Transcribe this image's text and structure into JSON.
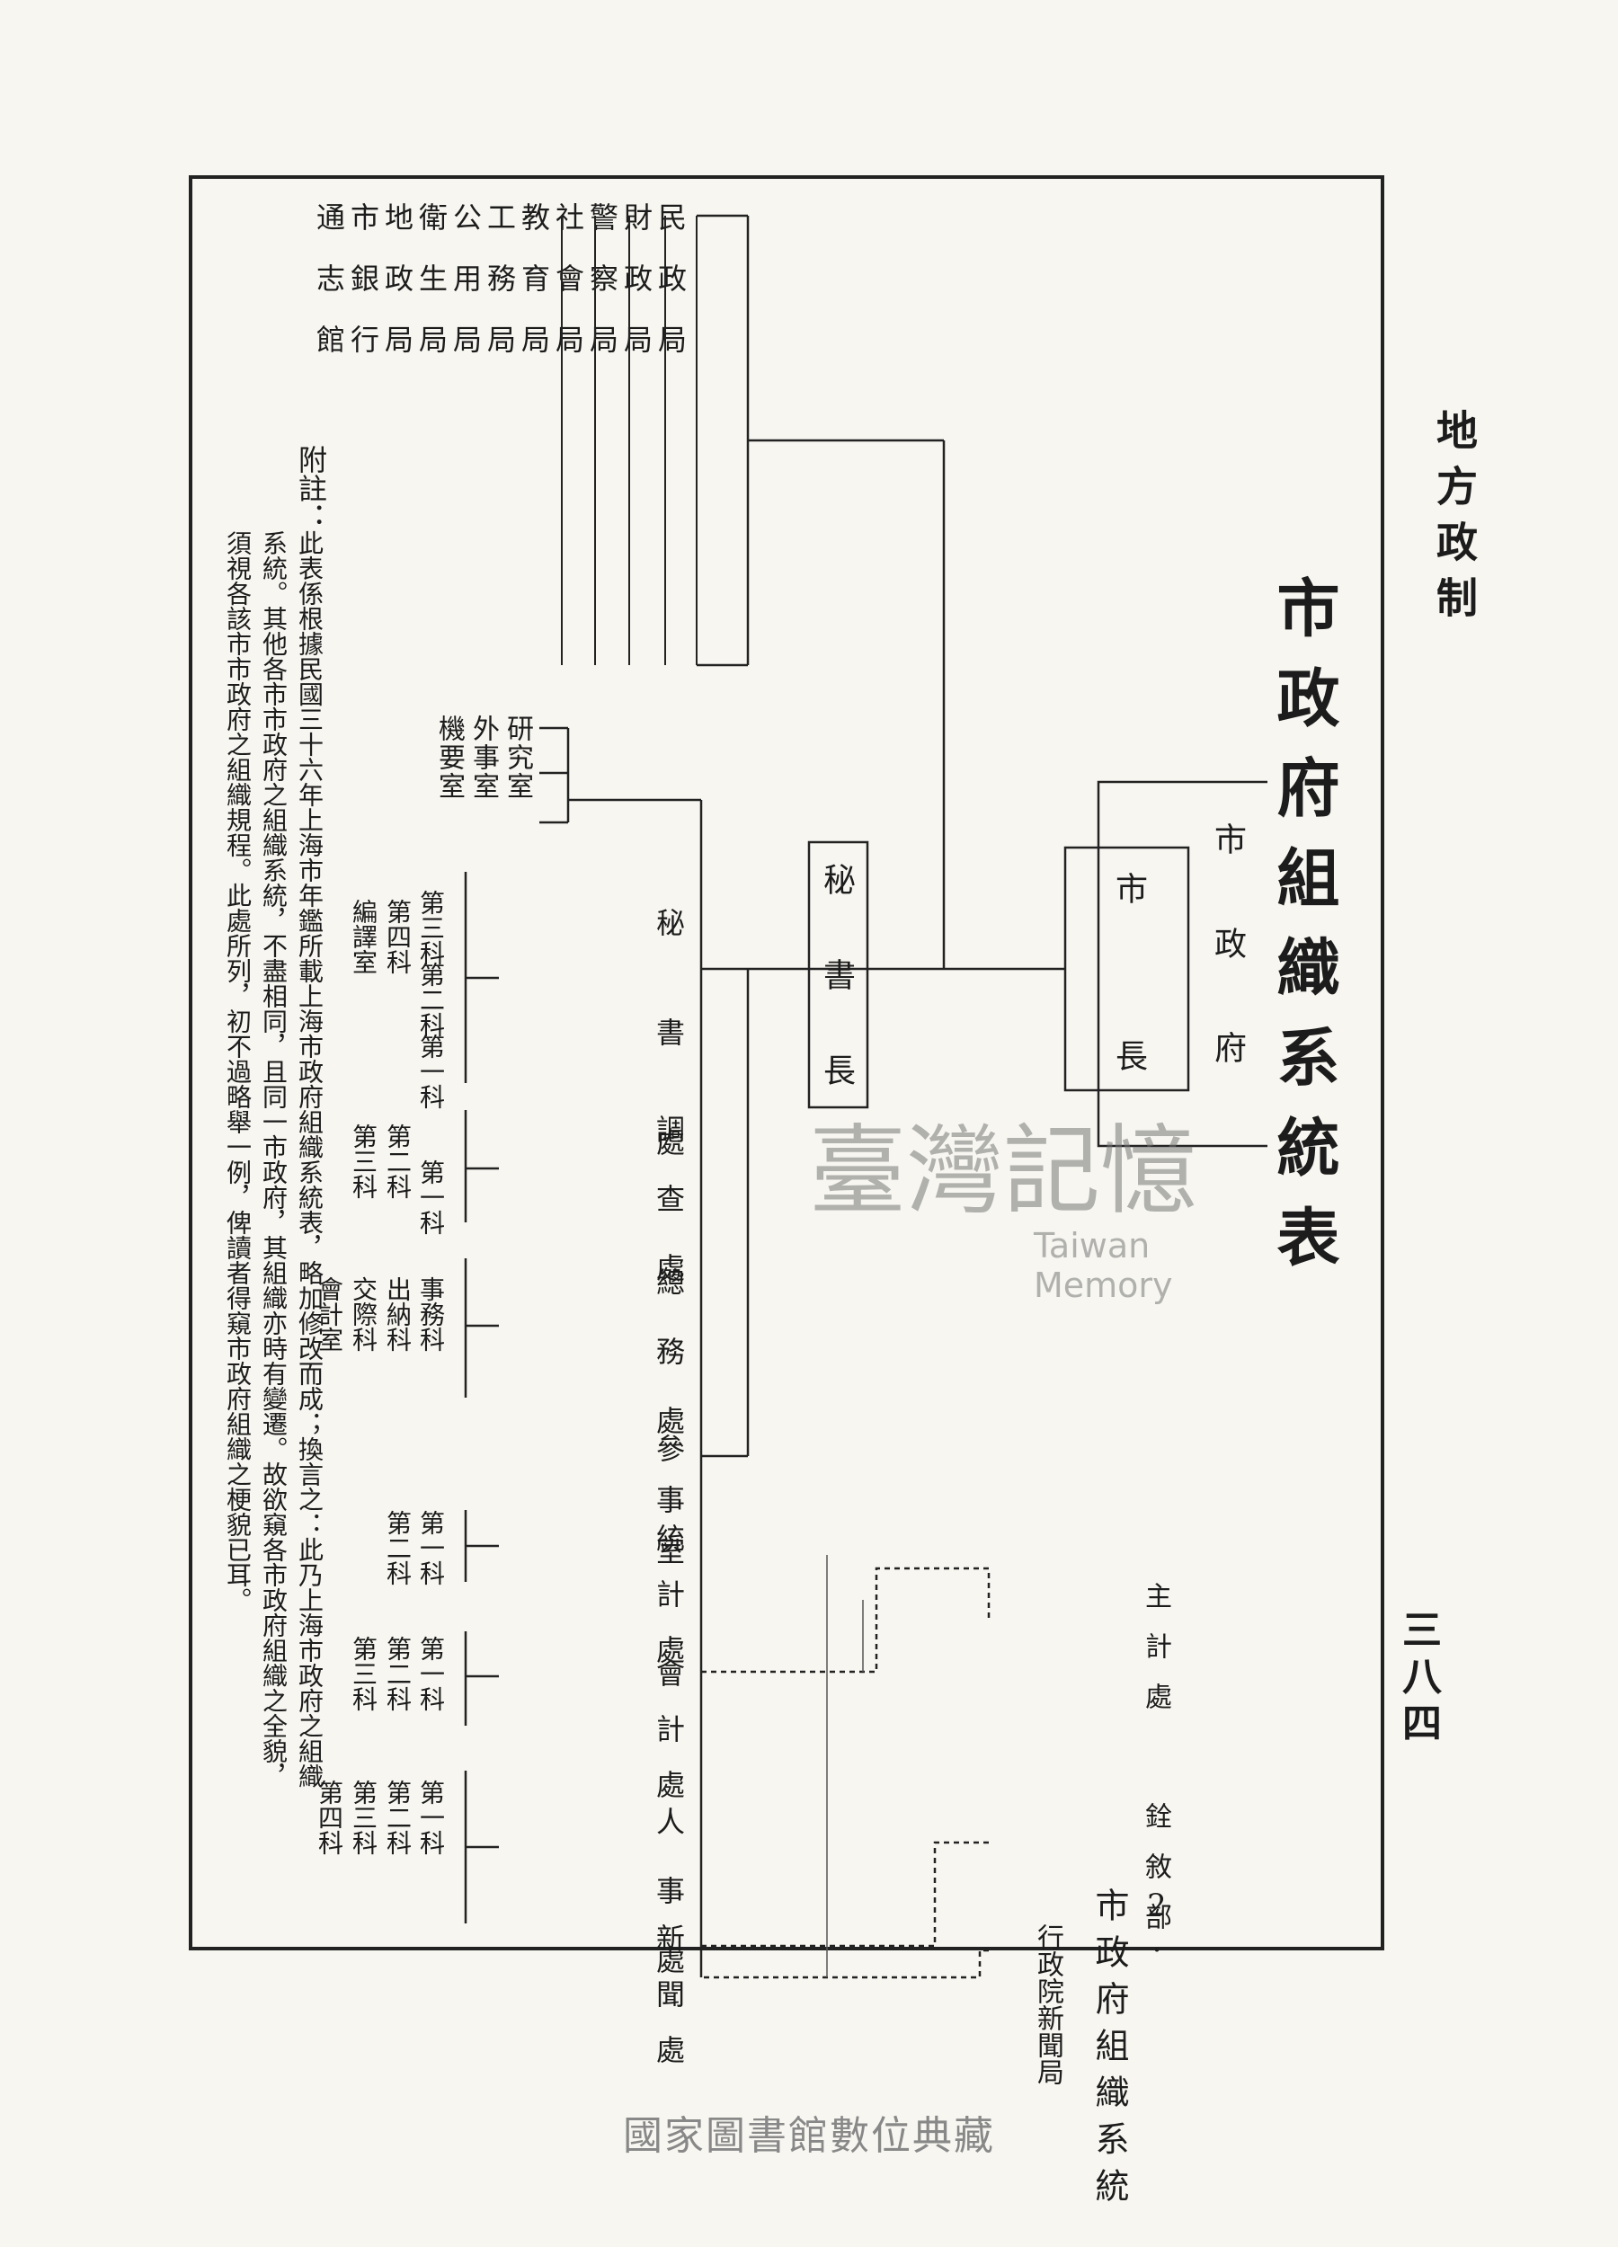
{
  "header": {
    "section": "地方政制",
    "page_number": "三八四"
  },
  "title": "市政府組織系統表",
  "figure_number": "2.",
  "right_column_label": "市政府組織系統",
  "mayor_box": {
    "outer": "市政府",
    "inner": "市長"
  },
  "secretary_box": "秘書長",
  "bureaus": [
    "民政局",
    "財政局",
    "警察局",
    "社會局",
    "教育局",
    "工務局",
    "公用局",
    "衛生局",
    "地政局",
    "市銀行",
    "通志館"
  ],
  "research_rooms": [
    "研究室",
    "外事室",
    "機要室"
  ],
  "departments": [
    {
      "name": "秘書處",
      "subs": [
        "第一科",
        "第二科",
        "第三科",
        "第四科",
        "編譯室"
      ]
    },
    {
      "name": "調查處",
      "subs": [
        "第一科",
        "第二科",
        "第三科"
      ]
    },
    {
      "name": "總務處",
      "subs": [
        "事務科",
        "出納科",
        "交際科",
        "會計室"
      ]
    },
    {
      "name": "參事室",
      "subs": []
    },
    {
      "name": "統計處",
      "subs": [
        "第一科",
        "第二科"
      ]
    },
    {
      "name": "會計處",
      "subs": [
        "第一科",
        "第二科",
        "第三科"
      ]
    },
    {
      "name": "人事處",
      "subs": [
        "第一科",
        "第二科",
        "第三科",
        "第四科"
      ]
    },
    {
      "name": "新聞處",
      "subs": []
    }
  ],
  "external": [
    {
      "label": "主計處"
    },
    {
      "label": "銓敘部"
    },
    {
      "label": "行政院新聞局"
    }
  ],
  "note": {
    "label": "附註：",
    "lines": [
      "此表係根據民國三十六年上海市年鑑所載上海市政府組織系統表，略加修改而成；換言之：此乃上海市政府之組織",
      "系統。其他各市市政府之組織系統，不盡相同，且同一市政府，其組織亦時有變遷。故欲窺各市政府組織之全貌，",
      "須視各該市市政府之組織規程。此處所列，初不過略舉一例，俾讀者得窺市政府組織之梗貌已耳。"
    ]
  },
  "watermark": {
    "chinese": "臺灣記憶",
    "english": "Taiwan Memory"
  },
  "footer": "國家圖書館數位典藏"
}
